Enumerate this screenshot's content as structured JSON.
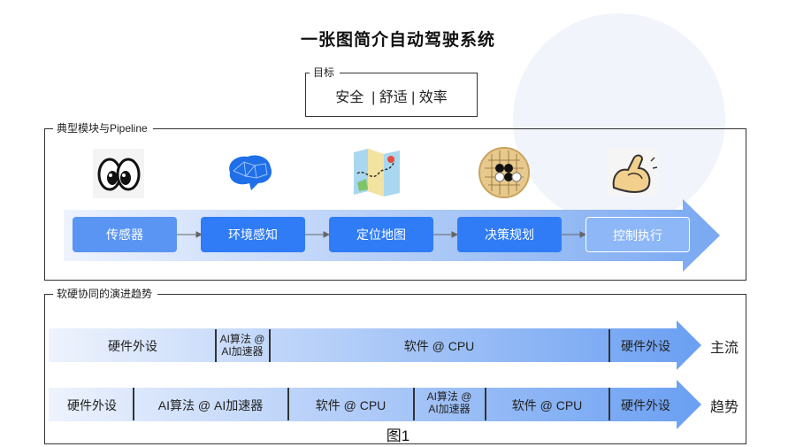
{
  "title": "一张图简介自动驾驶系统",
  "goal": {
    "label": "目标",
    "text": "安全  | 舒适 | 效率"
  },
  "pipeline": {
    "label": "典型模块与Pipeline",
    "icons": [
      "eyes-icon",
      "brain-icon",
      "map-icon",
      "go-board-icon",
      "flexed-arm-icon"
    ],
    "stages": [
      "传感器",
      "环境感知",
      "定位地图",
      "决策规划",
      "控制执行"
    ]
  },
  "trend": {
    "label": "软硬协同的演进趋势",
    "row1": {
      "segments": [
        "硬件外设",
        "AI算法 @\nAI加速器",
        "软件 @ CPU",
        "硬件外设"
      ],
      "label": "主流"
    },
    "row2": {
      "segments": [
        "硬件外设",
        "AI算法 @ AI加速器",
        "软件 @ CPU",
        "AI算法 @\nAI加速器",
        "软件 @ CPU",
        "硬件外设"
      ],
      "label": "趋势"
    }
  },
  "caption": "图1",
  "colors": {
    "accent": "#2f7cf6",
    "arrow_start": "#eef3fd",
    "arrow_end": "#6a9ff2"
  }
}
